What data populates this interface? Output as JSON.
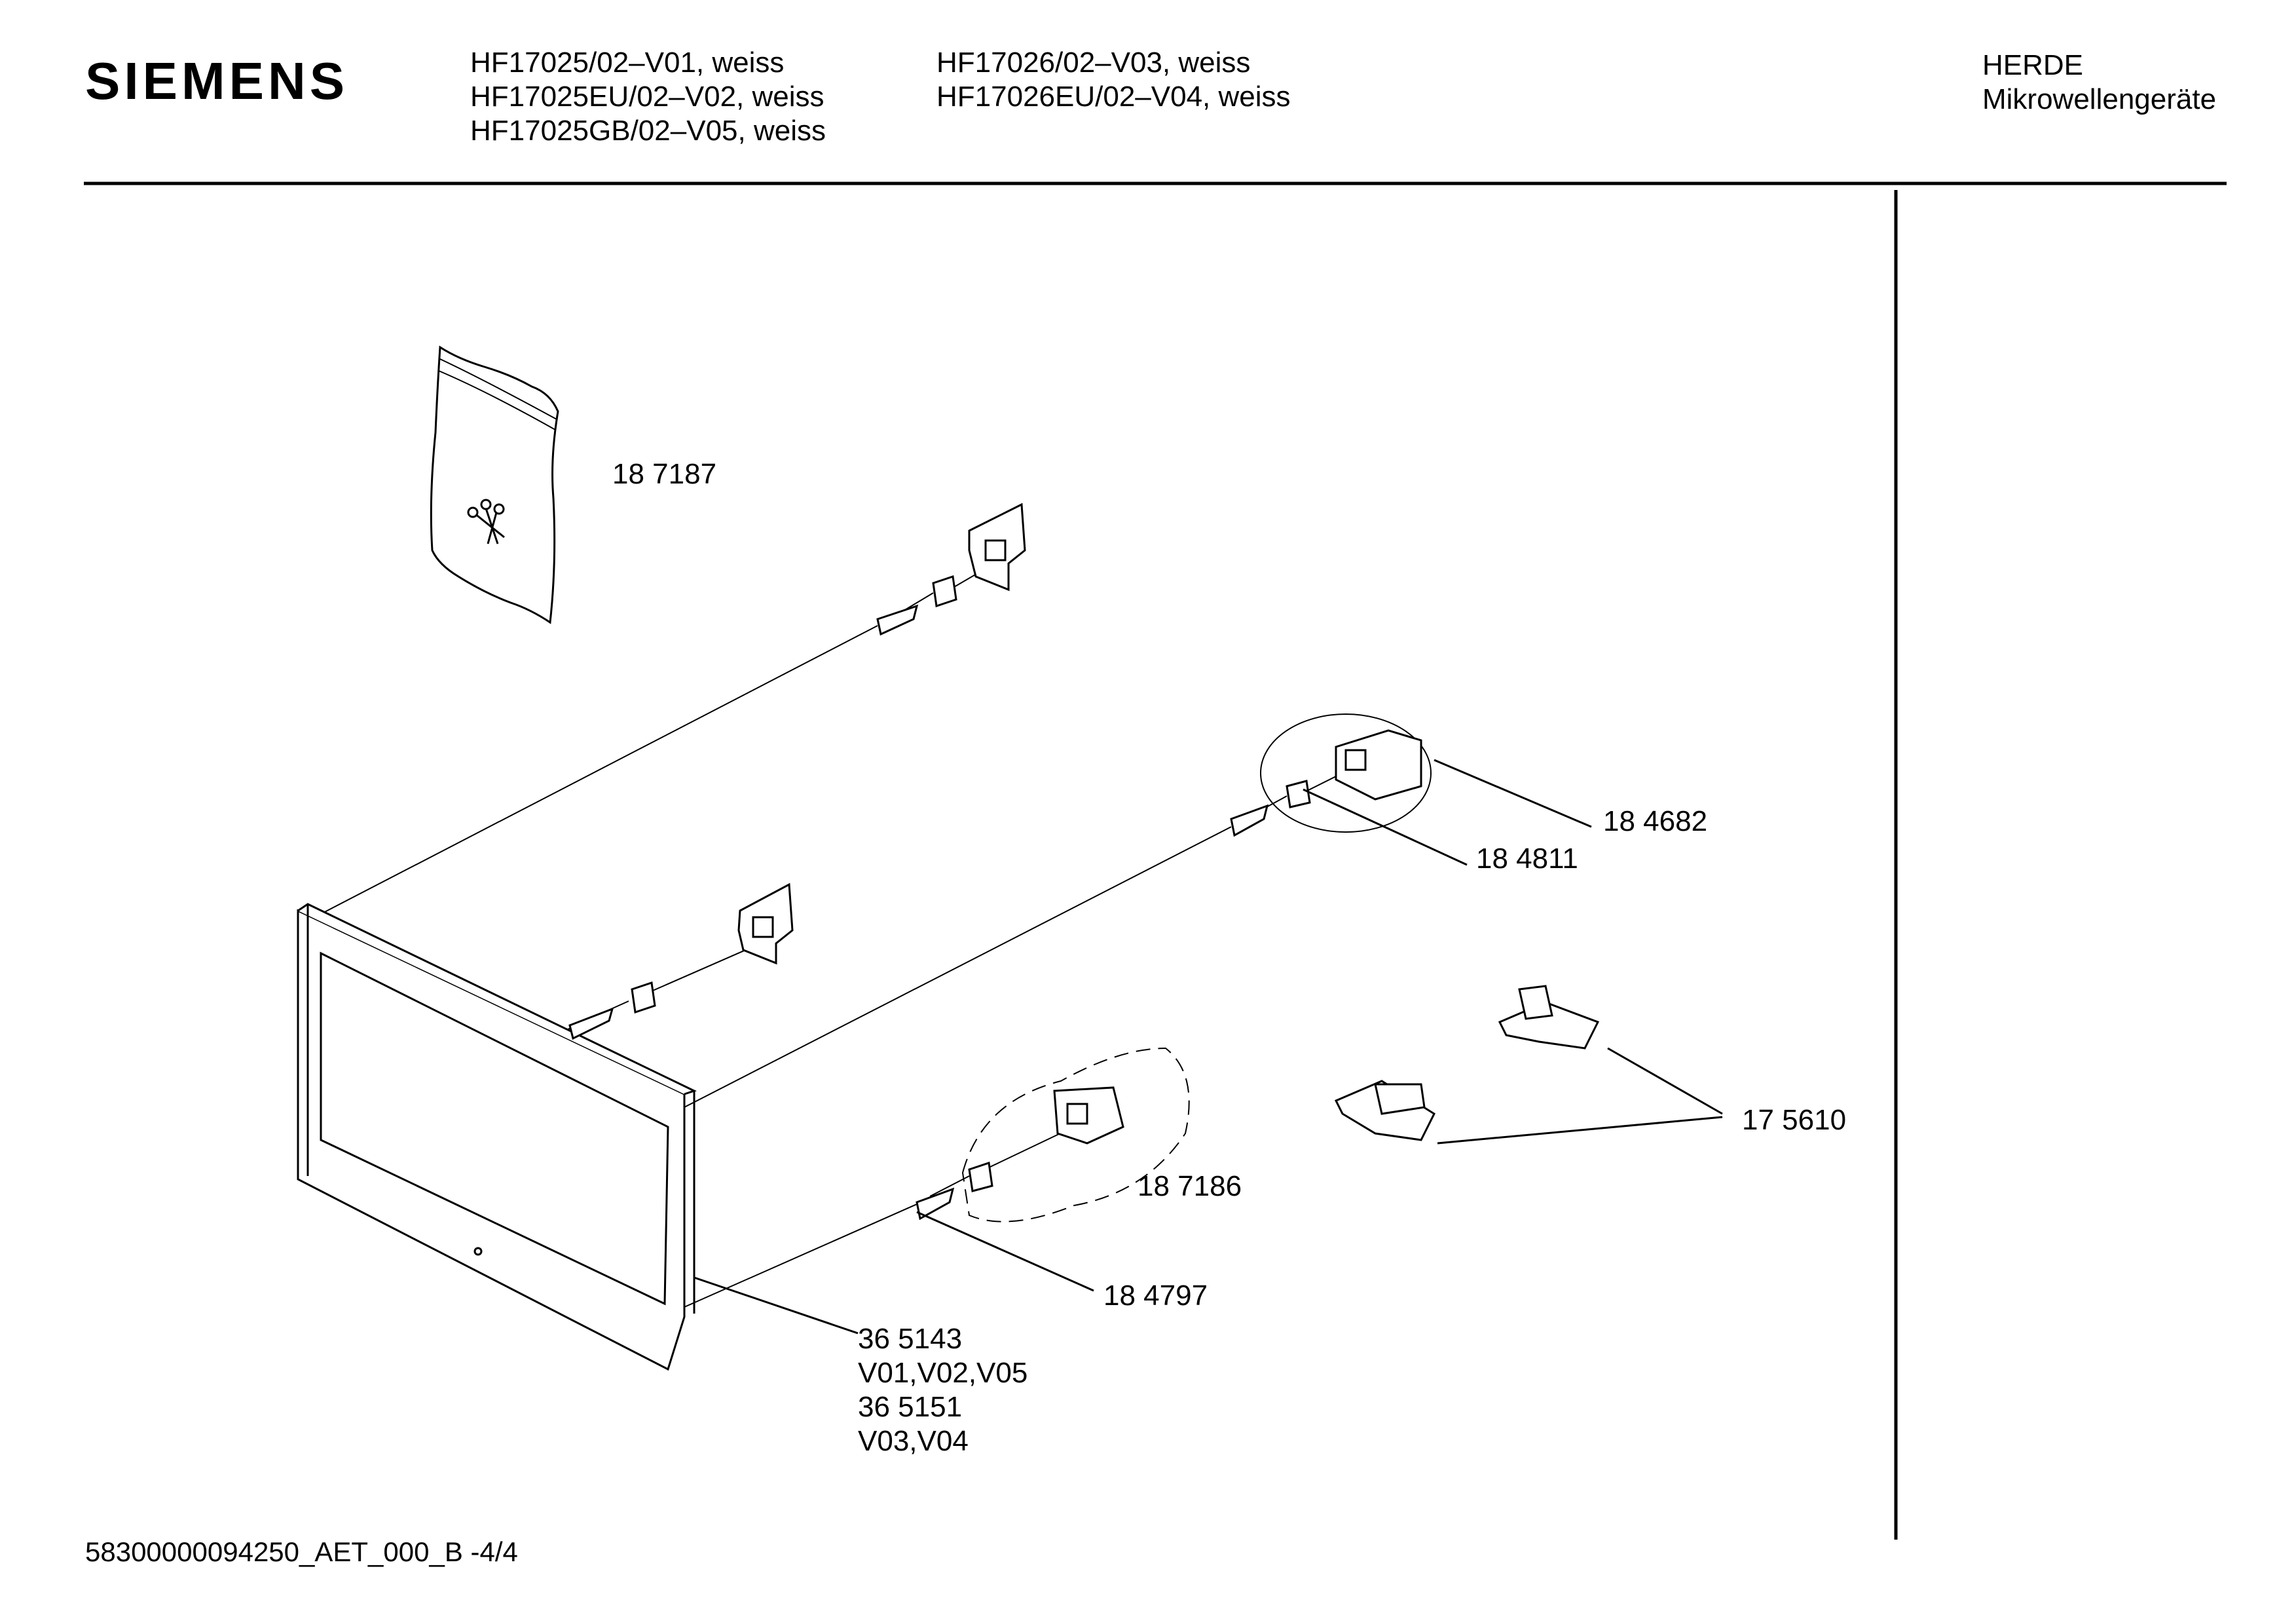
{
  "header": {
    "brand": "SIEMENS",
    "models_col1": [
      "HF17025/02–V01, weiss",
      "HF17025EU/02–V02, weiss",
      "HF17025GB/02–V05, weiss"
    ],
    "models_col2": [
      "HF17026/02–V03, weiss",
      "HF17026EU/02–V04, weiss"
    ],
    "category": [
      "HERDE",
      "Mikrowellengeräte"
    ]
  },
  "parts": {
    "p187187": "18 7187",
    "p184682": "18 4682",
    "p184811": "18 4811",
    "p175610": "17 5610",
    "p187186": "18 7186",
    "p184797": "18 4797",
    "frame_labels": [
      "36 5143",
      "V01,V02,V05",
      "36 5151",
      "V03,V04"
    ]
  },
  "footer": {
    "doc_id": "58300000094250_AET_000_B  -4/4"
  }
}
